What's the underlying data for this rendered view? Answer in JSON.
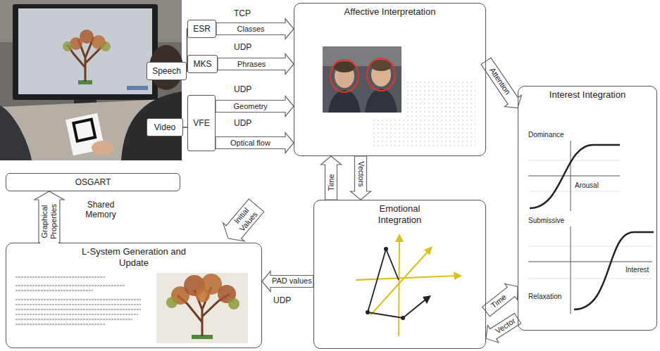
{
  "diagram": {
    "nodes": [
      {
        "text": [
          "Speech"
        ]
      },
      {
        "text": [
          "Video"
        ]
      },
      {
        "text": [
          "ESR"
        ]
      },
      {
        "text": [
          "MKS"
        ]
      },
      {
        "text": [
          "VFE"
        ]
      },
      {
        "text": [
          "Affective Interpretation"
        ]
      },
      {
        "text": [
          "OSGART"
        ]
      },
      {
        "text": [
          "Interest Integration"
        ]
      },
      {
        "text": [
          "Emotional Integration"
        ]
      },
      {
        "text": [
          "L-System Generation and Update"
        ]
      }
    ],
    "edges": [
      {
        "from": 0,
        "to": 2,
        "arrow": "none"
      },
      {
        "from": 0,
        "to": 3,
        "arrow": "none"
      },
      {
        "from": 1,
        "to": 4,
        "arrow": "none"
      },
      {
        "from": 2,
        "to": 5,
        "label": "Classes",
        "arrow": "to"
      },
      {
        "from": 3,
        "to": 5,
        "label": "Phrases",
        "arrow": "to"
      },
      {
        "from": 4,
        "to": 5,
        "label": "Geometry",
        "arrow": "to"
      },
      {
        "from": 4,
        "to": 5,
        "label": "Optical flow",
        "arrow": "to"
      },
      {
        "from": 5,
        "to": 7,
        "label": "Attention",
        "arrow": "to"
      },
      {
        "from": 5,
        "to": 8,
        "label": "Vectors",
        "arrow": "to"
      },
      {
        "from": 8,
        "to": 5,
        "label": "Time",
        "arrow": "to"
      },
      {
        "from": 8,
        "to": 7,
        "label": "Time",
        "arrow": "to"
      },
      {
        "from": 7,
        "to": 8,
        "label": "Vector",
        "arrow": "to"
      },
      {
        "from": 8,
        "to": 9,
        "label": "PAD values",
        "arrow": "to"
      },
      {
        "from": 9,
        "to": 6,
        "label": "Graphical Properties",
        "arrow": "to"
      }
    ],
    "labels": [
      "TCP",
      "UDP",
      "UDP",
      "UDP",
      "Shared Memory",
      "Initial Values",
      "UDP",
      "Dominance",
      "Arousal",
      "Submissive",
      "Relaxation",
      "Interest"
    ]
  }
}
